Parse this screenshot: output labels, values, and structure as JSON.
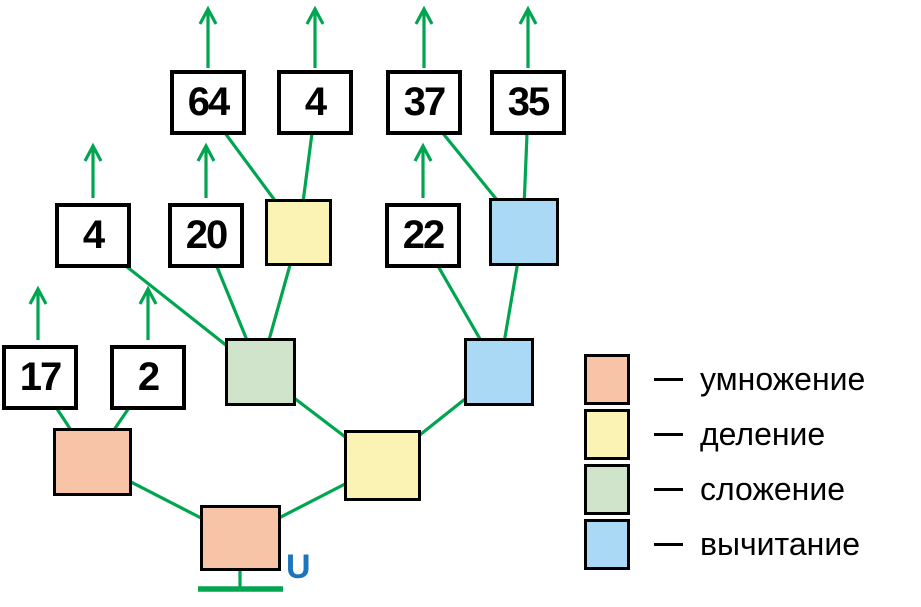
{
  "input_label": "U",
  "values": {
    "v64": "64",
    "v4_top": "4",
    "v37": "37",
    "v35": "35",
    "v4_mid": "4",
    "v20": "20",
    "v22": "22",
    "v17": "17",
    "v2": "2"
  },
  "legend": {
    "items": [
      {
        "label": "умножение",
        "operation": "multiplication",
        "color": "#F8C4A8"
      },
      {
        "label": "деление",
        "operation": "division",
        "color": "#FBF3B4"
      },
      {
        "label": "сложение",
        "operation": "addition",
        "color": "#CFE4CB"
      },
      {
        "label": "вычитание",
        "operation": "subtraction",
        "color": "#A9D9F4"
      }
    ]
  },
  "colors": {
    "line_green": "#00A550",
    "input_label_blue": "#1B75BB",
    "box_border": "#000000",
    "multiplication": "#F8C4A8",
    "division": "#FBF3B4",
    "addition": "#CFE4CB",
    "subtraction": "#A9D9F4"
  },
  "diagram": {
    "input": "U",
    "nodes": [
      {
        "id": "mul-root",
        "operation": "умножение"
      },
      {
        "id": "mul-left",
        "operation": "умножение"
      },
      {
        "id": "div-mid",
        "operation": "деление"
      },
      {
        "id": "add-left",
        "operation": "сложение"
      },
      {
        "id": "sub-right",
        "operation": "вычитание"
      },
      {
        "id": "div-top",
        "operation": "деление"
      },
      {
        "id": "sub-top",
        "operation": "вычитание"
      }
    ],
    "edges": [
      {
        "from": "input-U",
        "to": "mul-root"
      },
      {
        "from": "mul-root",
        "to": "mul-left"
      },
      {
        "from": "mul-root",
        "to": "div-mid"
      },
      {
        "from": "mul-left",
        "to": "value-17"
      },
      {
        "from": "mul-left",
        "to": "value-2"
      },
      {
        "from": "div-mid",
        "to": "add-left"
      },
      {
        "from": "div-mid",
        "to": "sub-right"
      },
      {
        "from": "add-left",
        "to": "value-4-mid"
      },
      {
        "from": "add-left",
        "to": "value-20"
      },
      {
        "from": "add-left",
        "to": "div-top"
      },
      {
        "from": "div-top",
        "to": "value-64"
      },
      {
        "from": "div-top",
        "to": "value-4-top"
      },
      {
        "from": "sub-right",
        "to": "value-22"
      },
      {
        "from": "sub-right",
        "to": "sub-top"
      },
      {
        "from": "sub-top",
        "to": "value-37"
      },
      {
        "from": "sub-top",
        "to": "value-35"
      }
    ]
  }
}
